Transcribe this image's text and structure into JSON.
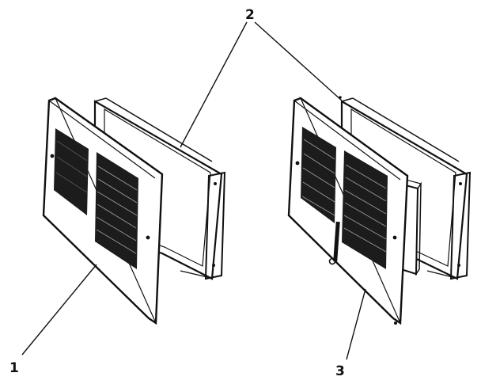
{
  "callouts": {
    "part_1": "1",
    "part_2": "2",
    "part_3": "3"
  },
  "colors": {
    "ink": "#111111",
    "paper": "#ffffff",
    "louver_fill": "#1c1c1c"
  }
}
